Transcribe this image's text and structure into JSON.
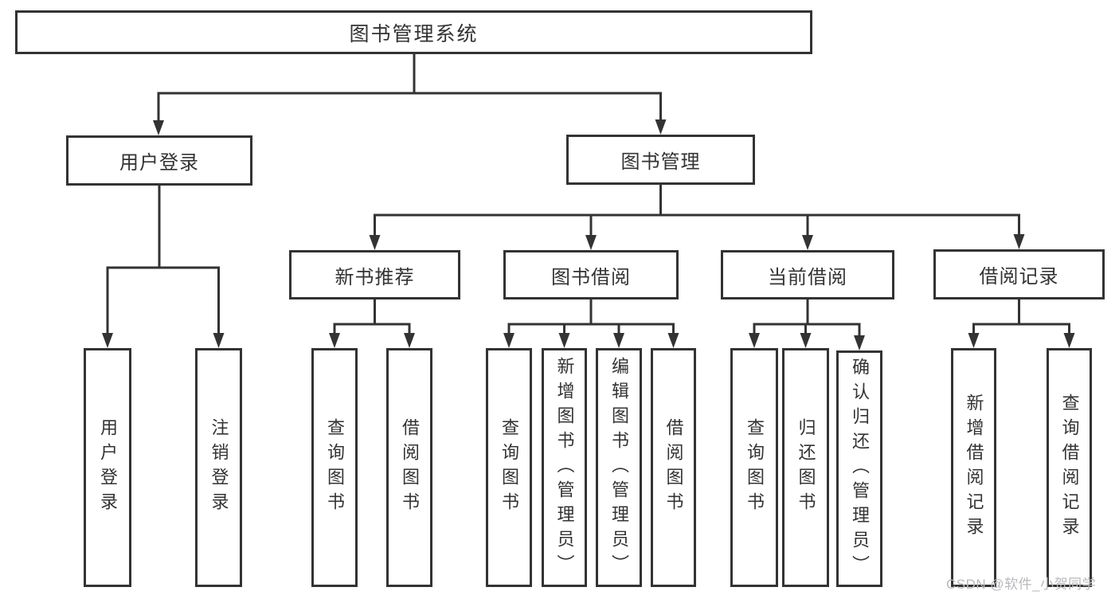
{
  "tree": {
    "root": {
      "label": "图书管理系统"
    },
    "branches": [
      {
        "label": "用户登录",
        "children": [
          {
            "label": "用户登录"
          },
          {
            "label": "注销登录"
          }
        ]
      },
      {
        "label": "图书管理",
        "children": [
          {
            "label": "新书推荐",
            "children": [
              {
                "label": "查询图书"
              },
              {
                "label": "借阅图书"
              }
            ]
          },
          {
            "label": "图书借阅",
            "children": [
              {
                "label": "查询图书"
              },
              {
                "label": "新增图书（管理员）"
              },
              {
                "label": "编辑图书（管理员）"
              },
              {
                "label": "借阅图书"
              }
            ]
          },
          {
            "label": "当前借阅",
            "children": [
              {
                "label": "查询图书"
              },
              {
                "label": "归还图书"
              },
              {
                "label": "确认归还（管理员）"
              }
            ]
          },
          {
            "label": "借阅记录",
            "children": [
              {
                "label": "新增借阅记录"
              },
              {
                "label": "查询借阅记录"
              }
            ]
          }
        ]
      }
    ]
  },
  "watermark": {
    "text": "CSDN @软件_小贺同学"
  },
  "colors": {
    "line": "#333333",
    "box_border": "#333333",
    "box_background": "#ffffff",
    "text": "#333333",
    "watermark_text": "#b9b9bd",
    "page_background": "#ffffff"
  }
}
